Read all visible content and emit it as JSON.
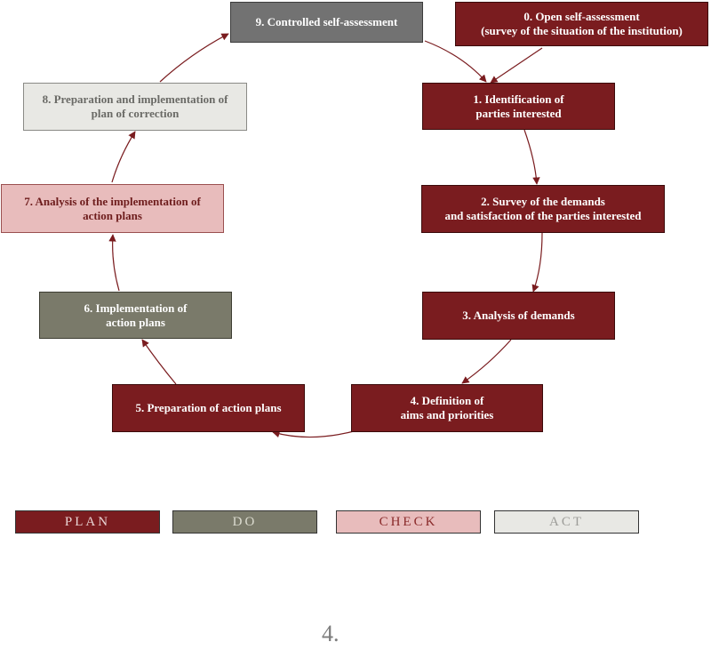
{
  "steps": {
    "s0": [
      "0. Open self-assessment",
      "(survey of the situation of the institution)"
    ],
    "s1": [
      "1. Identification of",
      "parties interested"
    ],
    "s2": [
      "2. Survey of the demands",
      "and satisfaction of the parties interested"
    ],
    "s3": [
      "3. Analysis of demands"
    ],
    "s4": [
      "4. Definition of",
      "aims and priorities"
    ],
    "s5": [
      "5. Preparation of action plans"
    ],
    "s6": [
      "6. Implementation of",
      "action plans"
    ],
    "s7": [
      "7. Analysis of the implementation of",
      "action plans"
    ],
    "s8": [
      "8. Preparation and implementation of",
      "plan of correction"
    ],
    "s9": [
      "9. Controlled self-assessment"
    ]
  },
  "legend": {
    "plan": "PLAN",
    "do": "DO",
    "check": "CHECK",
    "act": "ACT"
  },
  "colors": {
    "plan": "#7a1c1f",
    "do": "#7a7a6a",
    "check": "#e8bcbc",
    "act": "#e8e8e4",
    "arrow": "#7a1c1f"
  },
  "page_number": "4."
}
